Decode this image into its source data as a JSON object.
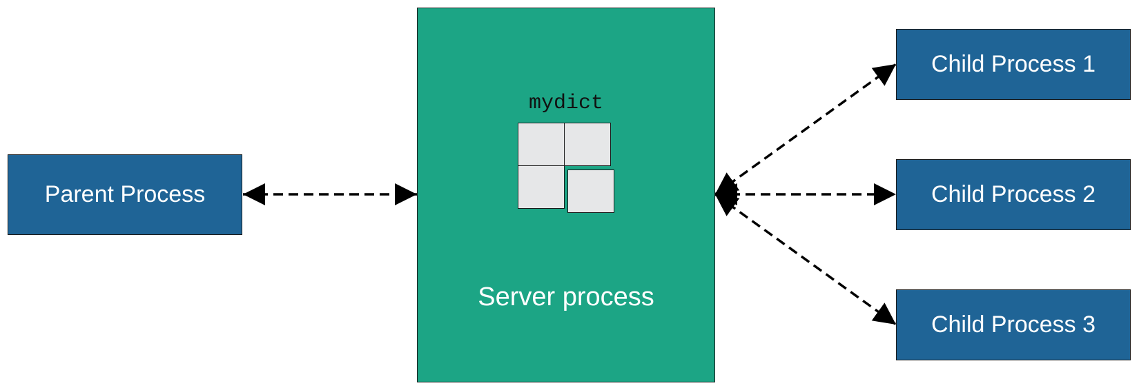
{
  "parent_process": {
    "label": "Parent Process"
  },
  "server_process": {
    "label": "Server process",
    "dict_name": "mydict",
    "dict_cell_count": 4
  },
  "child_processes": [
    {
      "label": "Child Process 1"
    },
    {
      "label": "Child Process 2"
    },
    {
      "label": "Child Process 3"
    }
  ],
  "colors": {
    "process_box": "#1f6496",
    "server_box": "#1ca585",
    "dict_cell": "#e6e7e8",
    "arrow": "#000000"
  },
  "connections": [
    {
      "from": "Parent Process",
      "to": "Server process",
      "style": "dashed",
      "direction": "bidirectional"
    },
    {
      "from": "Server process",
      "to": "Child Process 1",
      "style": "dashed",
      "direction": "bidirectional"
    },
    {
      "from": "Server process",
      "to": "Child Process 2",
      "style": "dashed",
      "direction": "bidirectional"
    },
    {
      "from": "Server process",
      "to": "Child Process 3",
      "style": "dashed",
      "direction": "bidirectional"
    }
  ]
}
